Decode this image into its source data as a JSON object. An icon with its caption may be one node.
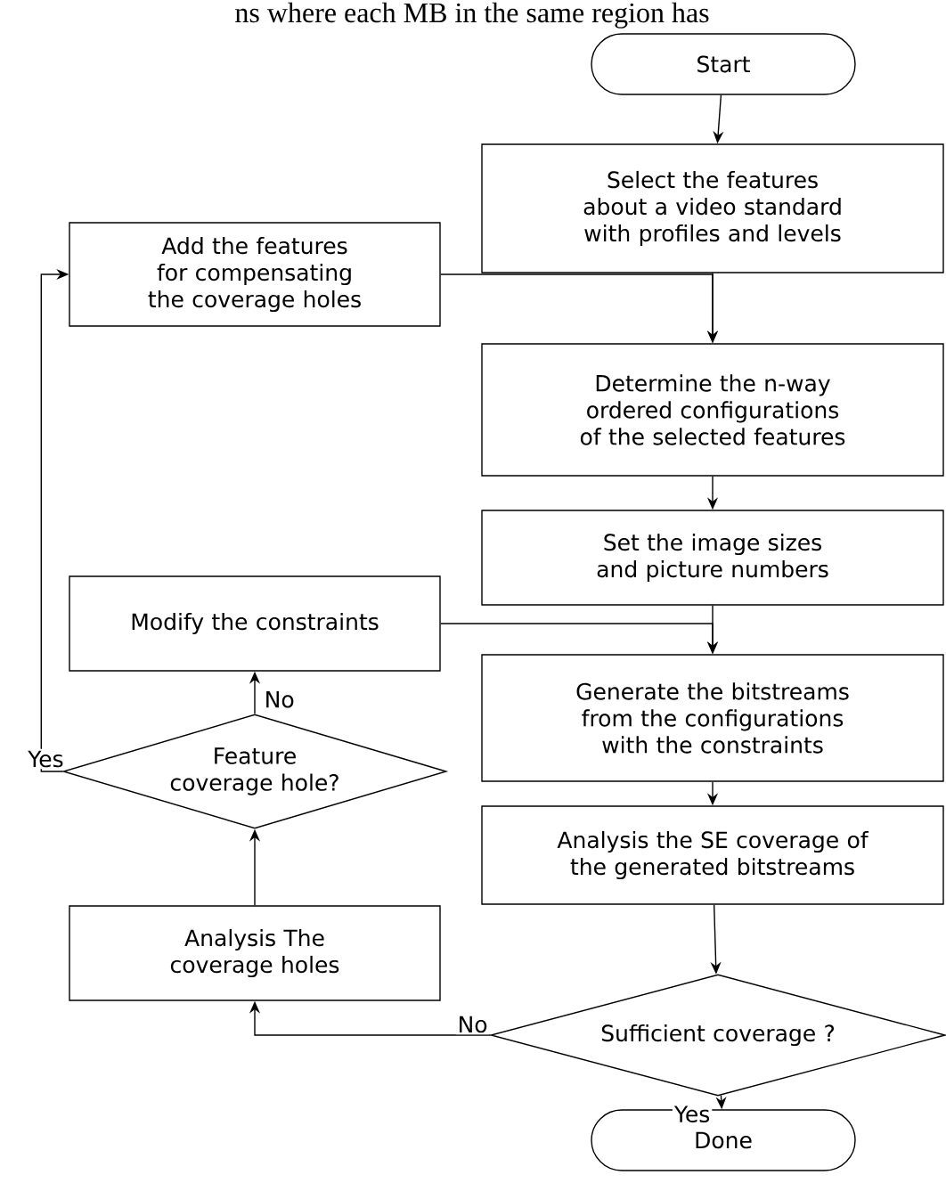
{
  "diagram": {
    "nodes": [
      {
        "text": [
          "Start"
        ]
      },
      {
        "text": [
          "Select the features about a video standard with profiles and levels"
        ]
      },
      {
        "text": [
          "Add the features for compensating the coverage holes"
        ]
      },
      {
        "text": [
          "Determine the n-way ordered configurations of the selected features"
        ]
      },
      {
        "text": [
          "Set the image sizes and picture numbers"
        ]
      },
      {
        "text": [
          "Modify the constraints"
        ]
      },
      {
        "text": [
          "Generate the bitstreams from the configurations with the constraints"
        ]
      },
      {
        "text": [
          "Feature coverage hole?"
        ]
      },
      {
        "text": [
          "Analysis the SE coverage of the generated bitstreams"
        ]
      },
      {
        "text": [
          "Analysis The coverage holes"
        ]
      },
      {
        "text": [
          "Sufficient coverage ?"
        ]
      },
      {
        "text": [
          "Done"
        ]
      }
    ],
    "edges": [
      {
        "from": 0,
        "to": 1,
        "arrow": "to"
      },
      {
        "from": 1,
        "to": 3,
        "arrow": "to"
      },
      {
        "from": 2,
        "to": 3,
        "arrow": "to"
      },
      {
        "from": 3,
        "to": 4,
        "arrow": "to"
      },
      {
        "from": 4,
        "to": 6,
        "arrow": "to"
      },
      {
        "from": 5,
        "to": 6,
        "arrow": "to"
      },
      {
        "from": 6,
        "to": 8,
        "arrow": "to"
      },
      {
        "from": 8,
        "to": 10,
        "arrow": "to"
      },
      {
        "from": 10,
        "to": 11,
        "arrow": "to",
        "label": "Yes"
      },
      {
        "from": 10,
        "to": 9,
        "arrow": "to",
        "label": "No"
      },
      {
        "from": 9,
        "to": 7,
        "arrow": "to"
      },
      {
        "from": 7,
        "to": 5,
        "arrow": "to",
        "label": "No"
      },
      {
        "from": 7,
        "to": 2,
        "arrow": "to",
        "label": "Yes"
      }
    ],
    "labels": [
      "ns where each MB in the same region has"
    ]
  }
}
